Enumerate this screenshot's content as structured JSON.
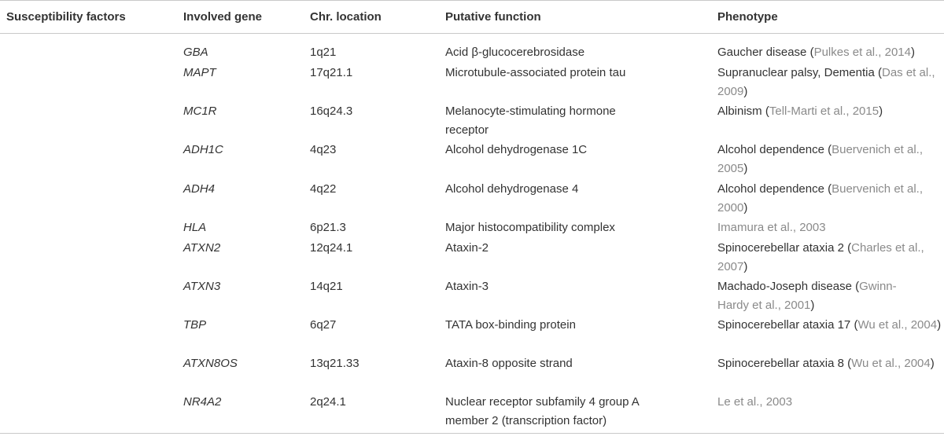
{
  "headers": {
    "susceptibility": "Susceptibility factors",
    "gene": "Involved gene",
    "chr": "Chr. location",
    "function": "Putative function",
    "phenotype": "Phenotype"
  },
  "rows": [
    {
      "gene": "GBA",
      "chr": "1q21",
      "function": "Acid β-glucocerebrosidase",
      "pheno": "Gaucher disease (",
      "ref": "Pulkes et al., 2014",
      "tail": ")"
    },
    {
      "gene": "MAPT",
      "chr": "17q21.1",
      "function": "Microtubule-associated protein tau",
      "pheno": "Supranuclear palsy, Dementia (",
      "ref": "Das et al., 2009",
      "tail": ")"
    },
    {
      "gene": "MC1R",
      "chr": "16q24.3",
      "function": "Melanocyte-stimulating hormone receptor",
      "pheno": "Albinism (",
      "ref": "Tell-Marti et al., 2015",
      "tail": ")"
    },
    {
      "gene": "ADH1C",
      "chr": "4q23",
      "function": "Alcohol dehydrogenase 1C",
      "pheno": "Alcohol dependence (",
      "ref": "Buervenich et al., 2005",
      "tail": ")"
    },
    {
      "gene": "ADH4",
      "chr": "4q22",
      "function": "Alcohol dehydrogenase 4",
      "pheno": "Alcohol dependence (",
      "ref": "Buervenich et al., 2000",
      "tail": ")"
    },
    {
      "gene": "HLA",
      "chr": "6p21.3",
      "function": "Major histocompatibility complex",
      "pheno": "",
      "ref": "Imamura et al., 2003",
      "tail": ""
    },
    {
      "gene": "ATXN2",
      "chr": "12q24.1",
      "function": "Ataxin-2",
      "pheno": "Spinocerebellar ataxia 2 (",
      "ref": "Charles et al., 2007",
      "tail": ")"
    },
    {
      "gene": "ATXN3",
      "chr": "14q21",
      "function": "Ataxin-3",
      "pheno": "Machado-Joseph disease (",
      "ref": "Gwinn-Hardy et al., 2001",
      "tail": ")"
    },
    {
      "gene": "TBP",
      "chr": "6q27",
      "function": "TATA box-binding protein",
      "pheno": "Spinocerebellar ataxia 17 (",
      "ref": "Wu et al., 2004",
      "tail": ")"
    },
    {
      "gene": "ATXN8OS",
      "chr": "13q21.33",
      "function": "Ataxin-8 opposite strand",
      "pheno": "Spinocerebellar ataxia 8 (",
      "ref": "Wu et al., 2004",
      "tail": ")"
    },
    {
      "gene": "NR4A2",
      "chr": "2q24.1",
      "function": "Nuclear receptor subfamily 4 group A member 2 (transcription factor)",
      "pheno": "",
      "ref": "Le et al., 2003",
      "tail": ""
    }
  ]
}
